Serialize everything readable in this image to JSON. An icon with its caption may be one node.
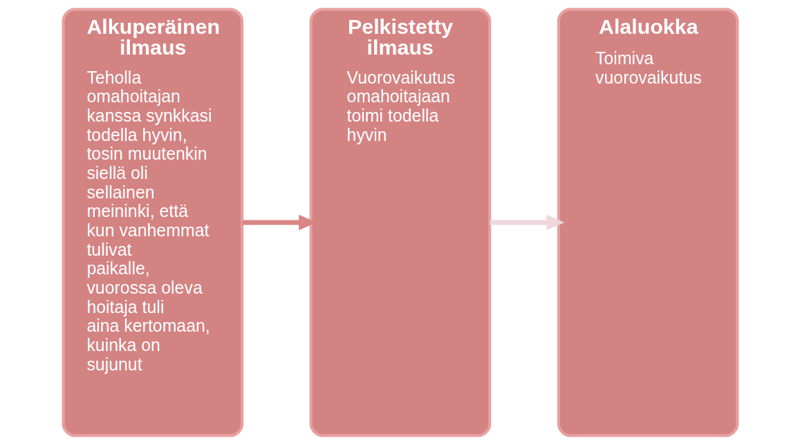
{
  "diagram": {
    "nodes": [
      {
        "text": [
          "Alkuperäinen ilmaus",
          "Teholla omahoitajan kanssa synkkasi todella hyvin, tosin muutenkin siellä oli sellainen meininki, että kun vanhemmat tulivat paikalle, vuorossa oleva hoitaja tuli aina kertomaan, kuinka on sujunut"
        ]
      },
      {
        "text": [
          "Pelkistetty ilmaus",
          "Vuorovaikutus omahoitajaan toimi todella hyvin"
        ]
      },
      {
        "text": [
          "Alaluokka",
          "Toimiva vuorovaikutus"
        ]
      }
    ],
    "edges": [
      {
        "from": 0,
        "to": 1,
        "arrow": "to",
        "color": "#d98585"
      },
      {
        "from": 1,
        "to": 2,
        "arrow": "to",
        "color": "#eed8dc"
      }
    ]
  }
}
